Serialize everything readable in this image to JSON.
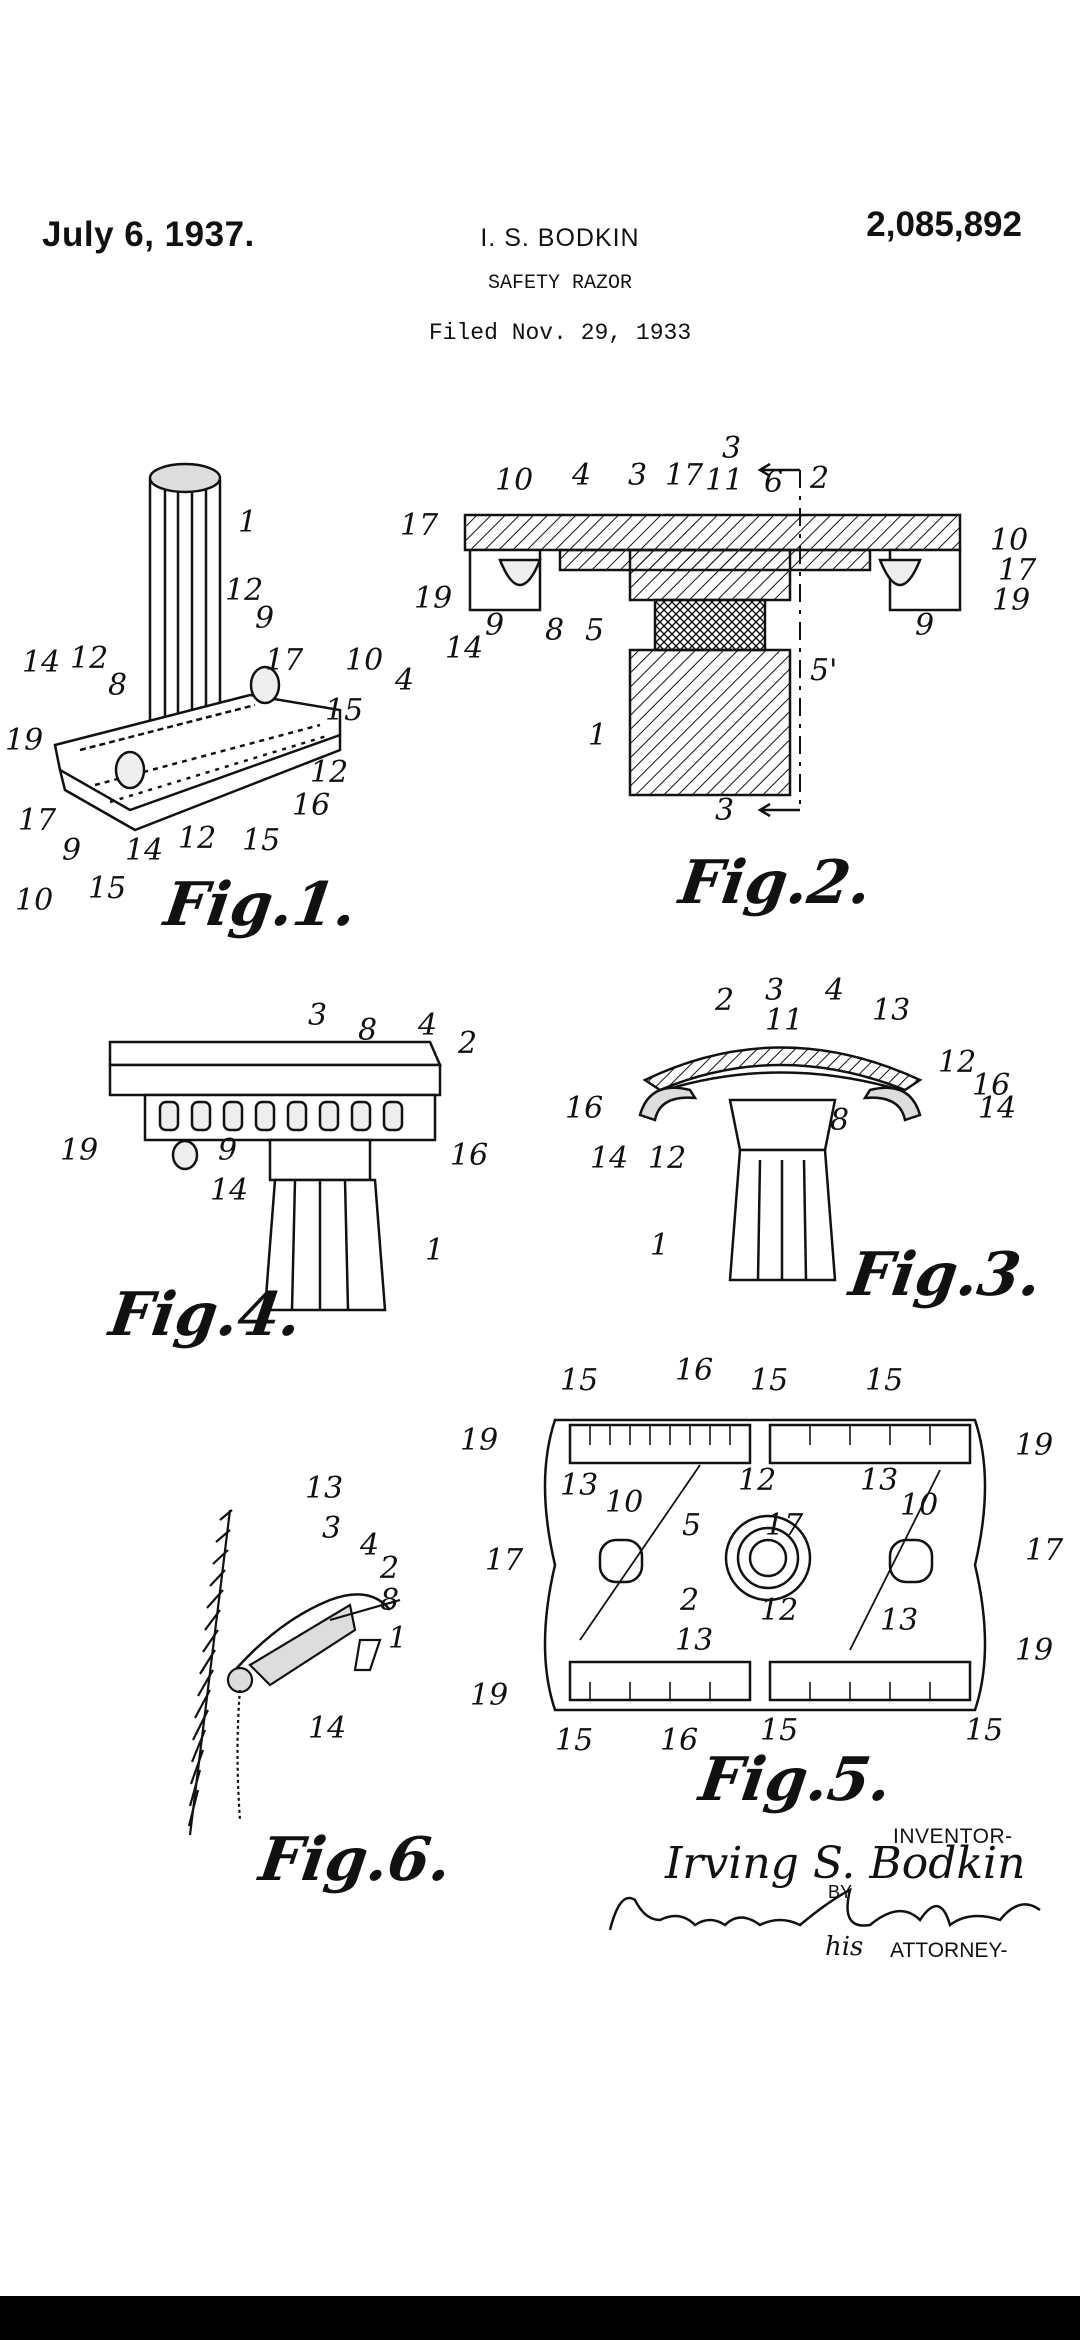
{
  "patent": {
    "date": "July 6, 1937.",
    "inventor_line": "I. S. BODKIN",
    "number": "2,085,892",
    "title": "SAFETY RAZOR",
    "filed": "Filed Nov. 29, 1933"
  },
  "figures": {
    "fig1": {
      "label": "Fig.1.",
      "refs": [
        "1",
        "12",
        "9",
        "14",
        "12",
        "17",
        "10",
        "4",
        "8",
        "15",
        "19",
        "12",
        "16",
        "17",
        "9",
        "14",
        "12",
        "15",
        "10",
        "15"
      ]
    },
    "fig2": {
      "label": "Fig.2.",
      "refs": [
        "10",
        "4",
        "3",
        "17",
        "11",
        "6",
        "2",
        "3",
        "17",
        "10",
        "17",
        "19",
        "19",
        "9",
        "8",
        "5",
        "9",
        "14",
        "5'",
        "1",
        "3"
      ]
    },
    "fig3": {
      "label": "Fig.3.",
      "refs": [
        "2",
        "3",
        "4",
        "11",
        "13",
        "12",
        "16",
        "16",
        "14",
        "8",
        "14",
        "12",
        "1"
      ]
    },
    "fig4": {
      "label": "Fig.4.",
      "refs": [
        "3",
        "8",
        "4",
        "2",
        "19",
        "9",
        "14",
        "16",
        "1"
      ]
    },
    "fig5": {
      "label": "Fig.5.",
      "refs": [
        "15",
        "16",
        "15",
        "15",
        "19",
        "19",
        "13",
        "12",
        "13",
        "17",
        "10",
        "5",
        "17",
        "10",
        "17",
        "2",
        "12",
        "13",
        "13",
        "19",
        "19",
        "15",
        "16",
        "15",
        "15"
      ]
    },
    "fig6": {
      "label": "Fig.6.",
      "refs": [
        "13",
        "3",
        "4",
        "2",
        "8",
        "1",
        "14"
      ]
    }
  },
  "signature": {
    "inventor_tag": "INVENTOR-",
    "inventor_name": "Irving S. Bodkin",
    "by_tag": "BY",
    "his": "his",
    "attorney_tag": "ATTORNEY-"
  }
}
